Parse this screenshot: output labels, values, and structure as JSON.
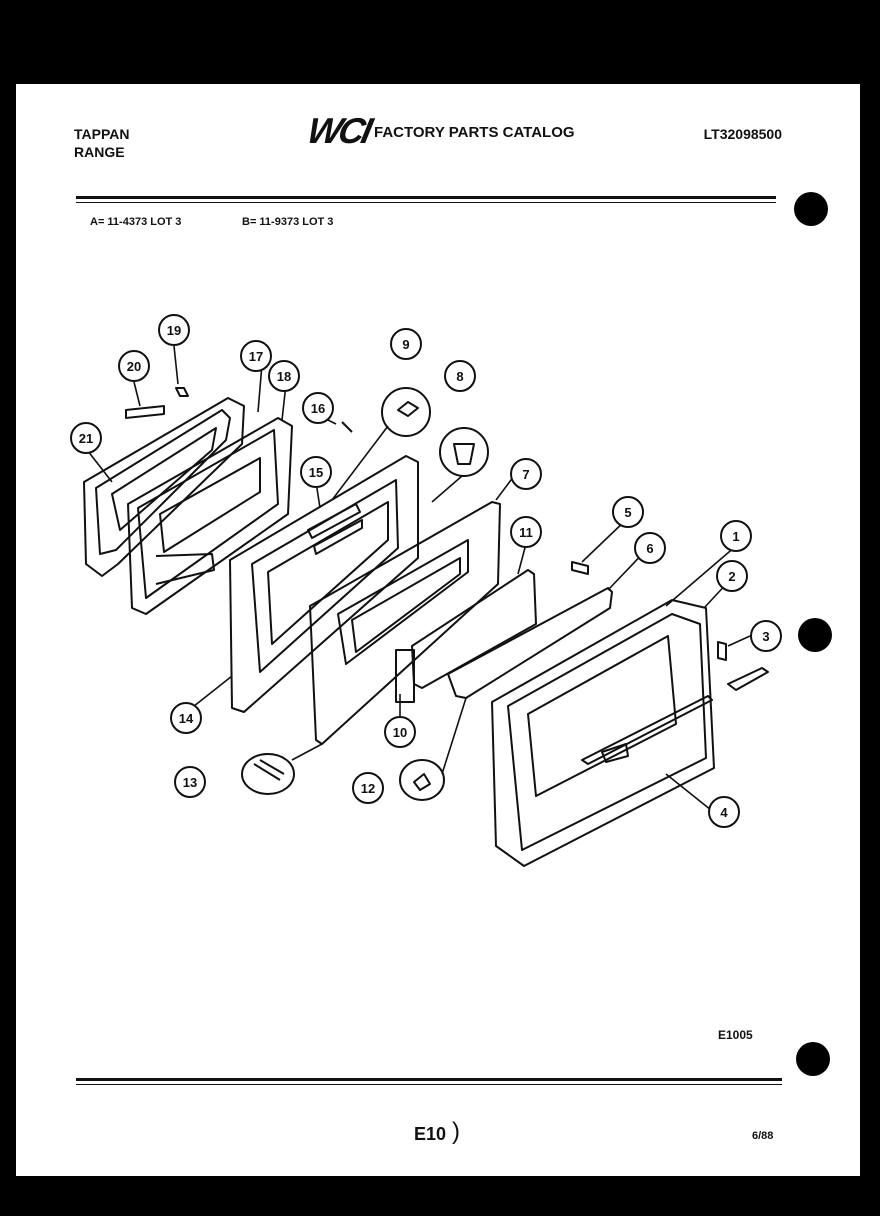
{
  "header": {
    "brand_line1": "TAPPAN",
    "brand_line2": "RANGE",
    "logo_text": "WCI",
    "catalog_title": "FACTORY PARTS CATALOG",
    "catalog_number": "LT32098500"
  },
  "models": {
    "a": "A= 11-4373 LOT 3",
    "b": "B= 11-9373 LOT 3"
  },
  "diagram": {
    "callouts": [
      "1",
      "2",
      "3",
      "4",
      "5",
      "6",
      "7",
      "8",
      "9",
      "10",
      "11",
      "12",
      "13",
      "14",
      "15",
      "16",
      "17",
      "18",
      "19",
      "20",
      "21"
    ]
  },
  "footer": {
    "diagram_code": "E1005",
    "page_code": "E10",
    "date_code": "6/88"
  }
}
